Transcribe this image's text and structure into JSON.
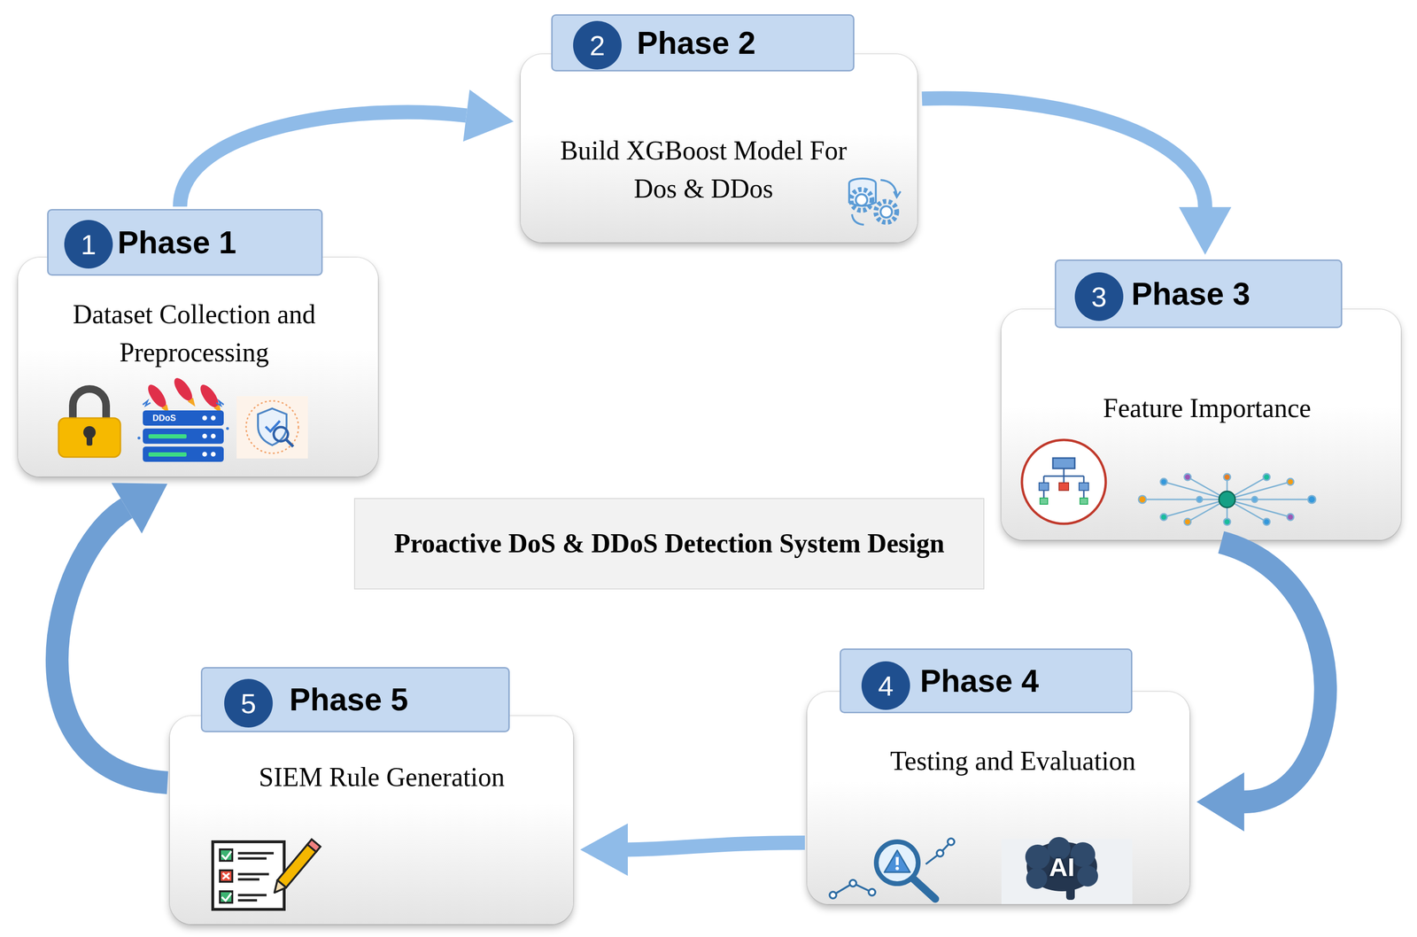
{
  "diagram": {
    "nodes": [
      {
        "text": [
          "Phase 1",
          "Dataset Collection and Preprocessing"
        ]
      },
      {
        "text": [
          "1"
        ],
        "in": 0
      },
      {
        "text": [
          "Phase 2",
          "Build XGBoost Model For Dos & DDos"
        ]
      },
      {
        "text": [
          "2"
        ],
        "in": 2
      },
      {
        "text": [
          "Phase 3",
          "Feature Importance"
        ]
      },
      {
        "text": [
          "3"
        ],
        "in": 4
      },
      {
        "text": [
          "Phase 4",
          "Testing and Evaluation"
        ]
      },
      {
        "text": [
          "4"
        ],
        "in": 6
      },
      {
        "text": [
          "Phase 5",
          "SIEM Rule Generation"
        ]
      },
      {
        "text": [
          "5"
        ],
        "in": 8
      },
      {
        "text": [
          "Proactive DoS & DDoS Detection System Design"
        ]
      }
    ],
    "edges": [
      {
        "from": 0,
        "to": 2,
        "arrow": "to"
      },
      {
        "from": 2,
        "to": 4,
        "arrow": "to"
      },
      {
        "from": 4,
        "to": 6,
        "arrow": "to"
      },
      {
        "from": 6,
        "to": 8,
        "arrow": "to"
      },
      {
        "from": 8,
        "to": 0,
        "arrow": "to"
      }
    ],
    "labels": [
      "DDoS",
      "AI"
    ]
  }
}
